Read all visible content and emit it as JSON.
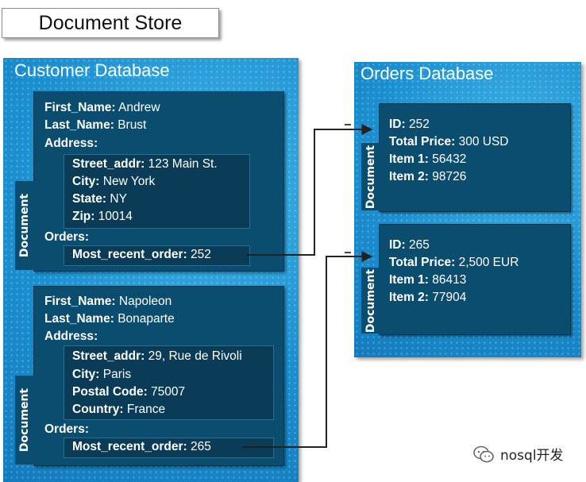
{
  "title": "Document Store",
  "customer_db": {
    "title": "Customer Database",
    "doc_label": "Document",
    "documents": [
      {
        "first_name_key": "First_Name:",
        "first_name": "Andrew",
        "last_name_key": "Last_Name:",
        "last_name": "Brust",
        "address_key": "Address:",
        "address": [
          {
            "key": "Street_addr:",
            "value": "123 Main St."
          },
          {
            "key": "City:",
            "value": "New York"
          },
          {
            "key": "State:",
            "value": "NY"
          },
          {
            "key": "Zip:",
            "value": "10014"
          }
        ],
        "orders_key": "Orders:",
        "order_key": "Most_recent_order:",
        "order_value": "252"
      },
      {
        "first_name_key": "First_Name:",
        "first_name": "Napoleon",
        "last_name_key": "Last_Name:",
        "last_name": "Bonaparte",
        "address_key": "Address:",
        "address": [
          {
            "key": "Street_addr:",
            "value": "29, Rue de Rivoli"
          },
          {
            "key": "City:",
            "value": "Paris"
          },
          {
            "key": "Postal Code:",
            "value": "75007"
          },
          {
            "key": "Country:",
            "value": "France"
          }
        ],
        "orders_key": "Orders:",
        "order_key": "Most_recent_order:",
        "order_value": "265"
      }
    ]
  },
  "orders_db": {
    "title": "Orders Database",
    "doc_label": "Document",
    "documents": [
      {
        "fields": [
          {
            "key": "ID:",
            "value": "252"
          },
          {
            "key": "Total Price:",
            "value": "300 USD"
          },
          {
            "key": "Item 1:",
            "value": "56432"
          },
          {
            "key": "Item 2:",
            "value": "98726"
          }
        ]
      },
      {
        "fields": [
          {
            "key": "ID:",
            "value": "265"
          },
          {
            "key": "Total Price:",
            "value": "2,500 EUR"
          },
          {
            "key": "Item 1:",
            "value": "86413"
          },
          {
            "key": "Item 2:",
            "value": "77904"
          }
        ]
      }
    ]
  },
  "watermark": {
    "icon": "wechat-icon",
    "text": "nosql开发"
  },
  "colors": {
    "db_blue": "#1a8fd0",
    "doc_navy": "#0b4d6e",
    "arrow": "#222222"
  }
}
